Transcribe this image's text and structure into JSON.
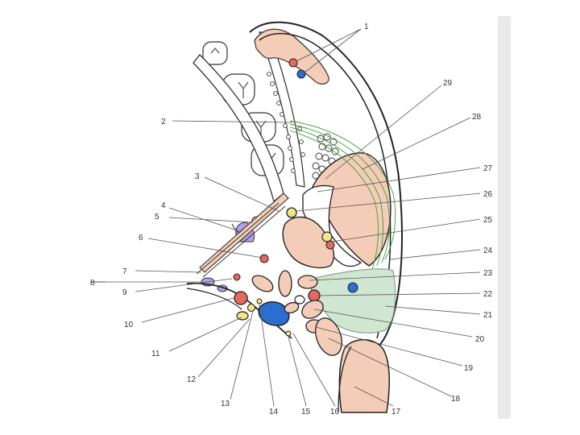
{
  "figure": {
    "labels": [
      "1",
      "2",
      "3",
      "4",
      "5",
      "6",
      "7",
      "8",
      "9",
      "10",
      "11",
      "12",
      "13",
      "14",
      "15",
      "16",
      "17",
      "18",
      "19",
      "20",
      "21",
      "22",
      "23",
      "24",
      "25",
      "26",
      "27",
      "28",
      "29"
    ]
  },
  "colors": {
    "muscle": "#f4cdb8",
    "gland": "#cfe6d2",
    "artery": "#e46a5f",
    "vein": "#2a6fd0",
    "nerve": "#f1e48a",
    "lymph": "#b3a0e6",
    "nerve_fibers": "#3f9a3f",
    "outline": "#222222"
  }
}
